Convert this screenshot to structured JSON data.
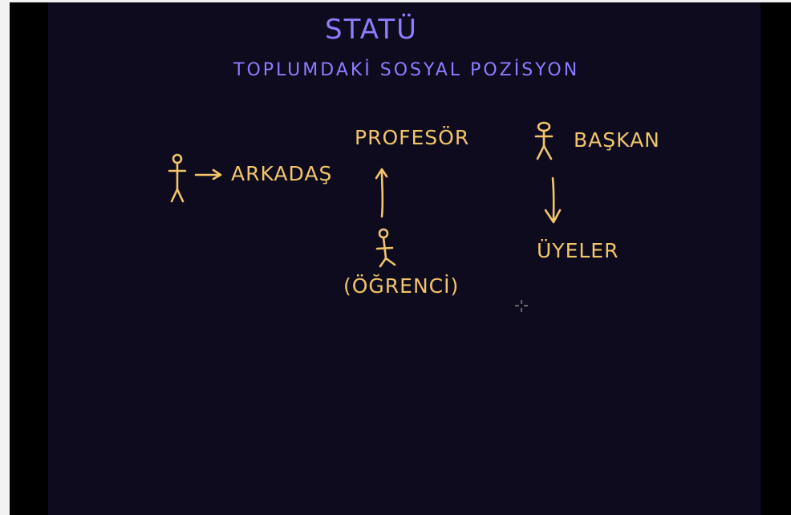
{
  "colors": {
    "background": "#0e0b1f",
    "title": "#8c7dff",
    "chalk": "#f2c56a"
  },
  "board": {
    "title": "STATÜ",
    "subtitle": "TOPLUMDAKİ SOSYAL POZİSYON",
    "friend_label": "ARKADAŞ",
    "professor_label": "PROFESÖR",
    "student_label": "(ÖĞRENCİ)",
    "president_label": "BAŞKAN",
    "members_label": "ÜYELER"
  },
  "icons": [
    "person-icon",
    "arrow-right-icon",
    "arrow-up-icon",
    "arrow-down-icon",
    "cursor-crosshair-icon"
  ]
}
